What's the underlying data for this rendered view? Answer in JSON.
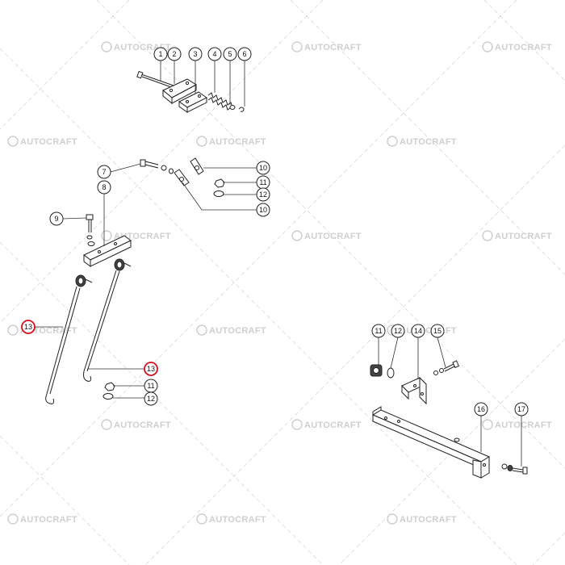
{
  "watermark": {
    "text": "AUTOCRAFT",
    "icon": "circle-logo-icon"
  },
  "colors": {
    "highlight": "#d01020",
    "lines": "#222222",
    "watermark": "#cfcfcf"
  },
  "callouts": {
    "c1": "1",
    "c2": "2",
    "c3": "3",
    "c4": "4",
    "c5": "5",
    "c6": "6",
    "c7": "7",
    "c8": "8",
    "c9": "9",
    "c10a": "10",
    "c10b": "10",
    "c11a": "11",
    "c12a": "12",
    "c13a": "13",
    "c13b": "13",
    "c11b": "11",
    "c12b": "12",
    "c11c": "11",
    "c12c": "12",
    "c14": "14",
    "c15": "15",
    "c16": "16",
    "c17": "17"
  }
}
